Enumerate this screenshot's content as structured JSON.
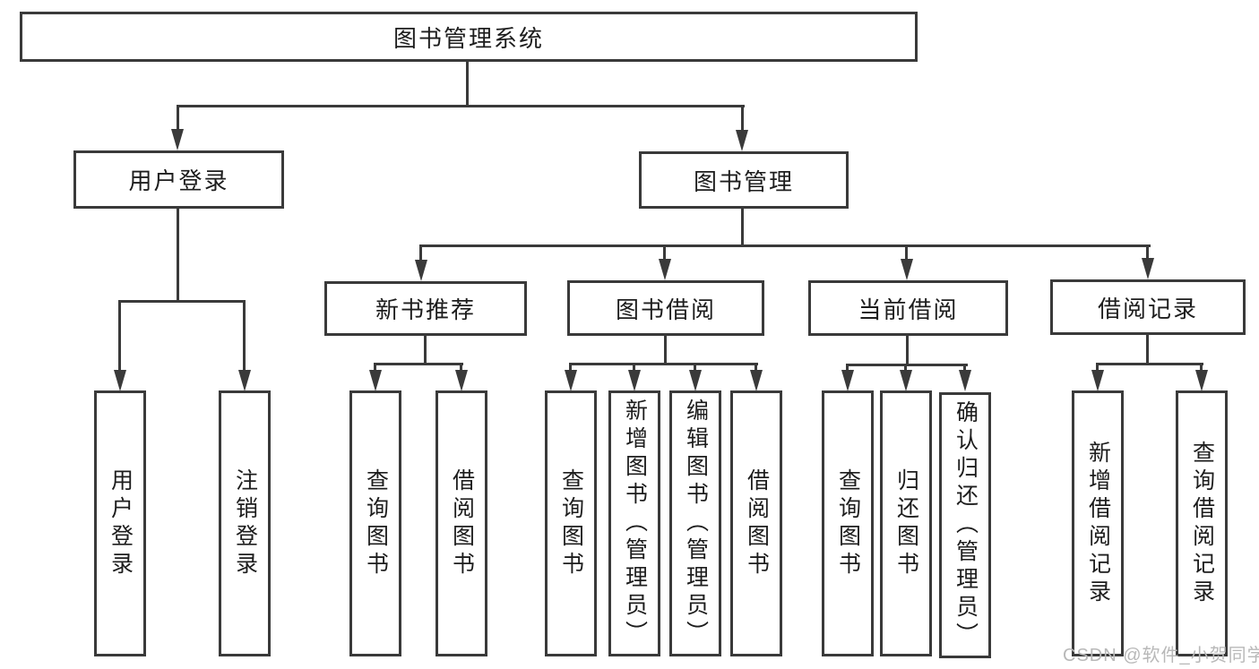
{
  "diagram": {
    "root": {
      "label": "图书管理系统"
    },
    "level2": [
      {
        "label": "用户登录"
      },
      {
        "label": "图书管理"
      }
    ],
    "level3": [
      {
        "label": "新书推荐"
      },
      {
        "label": "图书借阅"
      },
      {
        "label": "当前借阅"
      },
      {
        "label": "借阅记录"
      }
    ],
    "leaves": {
      "user_login_group": [
        {
          "label": "用户登录"
        },
        {
          "label": "注销登录"
        }
      ],
      "new_book_group": [
        {
          "label": "查询图书"
        },
        {
          "label": "借阅图书"
        }
      ],
      "book_borrow_group": [
        {
          "label": "查询图书"
        },
        {
          "label": "新增图书（管理员）"
        },
        {
          "label": "编辑图书（管理员）"
        },
        {
          "label": "借阅图书"
        }
      ],
      "current_borrow_group": [
        {
          "label": "查询图书"
        },
        {
          "label": "归还图书"
        },
        {
          "label": "确认归还（管理员）"
        }
      ],
      "borrow_record_group": [
        {
          "label": "新增借阅记录"
        },
        {
          "label": "查询借阅记录"
        }
      ]
    }
  },
  "watermark": {
    "text": "CSDN @软件_小贺同学"
  },
  "colors": {
    "line": "#3a3a3a",
    "text": "#1d1d1d",
    "watermark_text": "#b8b8b8",
    "background": "#ffffff"
  }
}
